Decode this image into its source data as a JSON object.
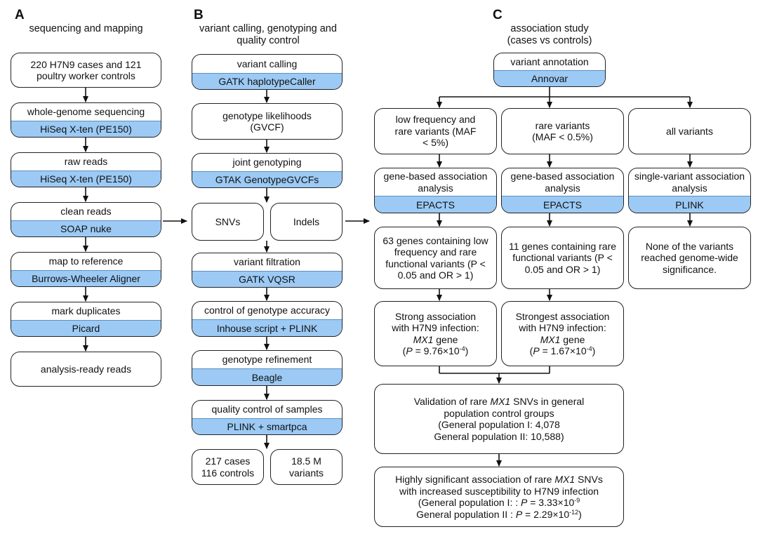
{
  "panels": {
    "A": {
      "letter": "A",
      "title": "sequencing and mapping",
      "boxes": [
        {
          "text": "220 H7N9 cases and 121 poultry worker controls"
        },
        {
          "text": "whole-genome sequencing",
          "tool": "HiSeq X-ten (PE150)"
        },
        {
          "text": "raw reads",
          "tool": "HiSeq X-ten (PE150)"
        },
        {
          "text": "clean reads",
          "tool": "SOAP nuke"
        },
        {
          "text": "map to reference",
          "tool": "Burrows-Wheeler Aligner"
        },
        {
          "text": "mark duplicates",
          "tool": "Picard"
        },
        {
          "text": "analysis-ready reads"
        }
      ]
    },
    "B": {
      "letter": "B",
      "title": "variant calling, genotyping and quality control",
      "boxes": [
        {
          "text": "variant calling",
          "tool": "GATK haplotypeCaller"
        },
        {
          "text": "genotype likelihoods (GVCF)"
        },
        {
          "text": "joint genotyping",
          "tool": "GTAK GenotypeGVCFs"
        },
        {
          "text": "SNVs"
        },
        {
          "text": "Indels"
        },
        {
          "text": "variant filtration",
          "tool": "GATK VQSR"
        },
        {
          "text": "control of genotype accuracy",
          "tool": "Inhouse script + PLINK"
        },
        {
          "text": "genotype refinement",
          "tool": "Beagle"
        },
        {
          "text": "quality control of samples",
          "tool": "PLINK + smartpca"
        },
        {
          "text": "217 cases 116 controls"
        },
        {
          "text": "18.5 M variants"
        }
      ]
    },
    "C": {
      "letter": "C",
      "title": "association study (cases vs controls)",
      "annotation": {
        "text": "variant annotation",
        "tool": "Annovar"
      },
      "columns": [
        {
          "filter": "low frequency and rare variants (MAF < 5%)",
          "analysis": "gene-based association analysis",
          "tool": "EPACTS",
          "result": "63 genes containing low frequency and rare functional variants (P < 0.05 and OR > 1)",
          "association": {
            "line1": "Strong association",
            "line2": "with H7N9 infection:",
            "gene": "MX1",
            "gene_suffix": " gene",
            "p_label": "P",
            "p_value": "= 9.76×10",
            "p_exp": "-4"
          }
        },
        {
          "filter": "rare variants (MAF < 0.5%)",
          "analysis": "gene-based association analysis",
          "tool": "EPACTS",
          "result": "11 genes containing rare functional variants (P < 0.05 and OR > 1)",
          "association": {
            "line1": "Strongest association",
            "line2": "with H7N9 infection:",
            "gene": "MX1",
            "gene_suffix": " gene",
            "p_label": "P",
            "p_value": "= 1.67×10",
            "p_exp": "-4"
          }
        },
        {
          "filter": "all variants",
          "analysis": "single-variant association analysis",
          "tool": "PLINK",
          "result": "None of the variants reached genome-wide significance."
        }
      ],
      "validation": {
        "line1_pre": "Validation of rare ",
        "gene": "MX1",
        "line1_post": " SNVs in general",
        "line2": "population control groups",
        "line3": "(General population I: 4,078",
        "line4": "General population II: 10,588)"
      },
      "final": {
        "line1_pre": "Highly significant association of rare ",
        "gene": "MX1",
        "line1_post": " SNVs",
        "line2": "with increased susceptibility to H7N9 infection",
        "line3_pre": "(General population I: : ",
        "p_label": "P",
        "line3_val": " = 3.33×10",
        "line3_exp": "-9",
        "line4_pre": "General population II : ",
        "line4_val": " = 2.29×10",
        "line4_exp": "-12",
        "line4_post": ")"
      }
    }
  }
}
